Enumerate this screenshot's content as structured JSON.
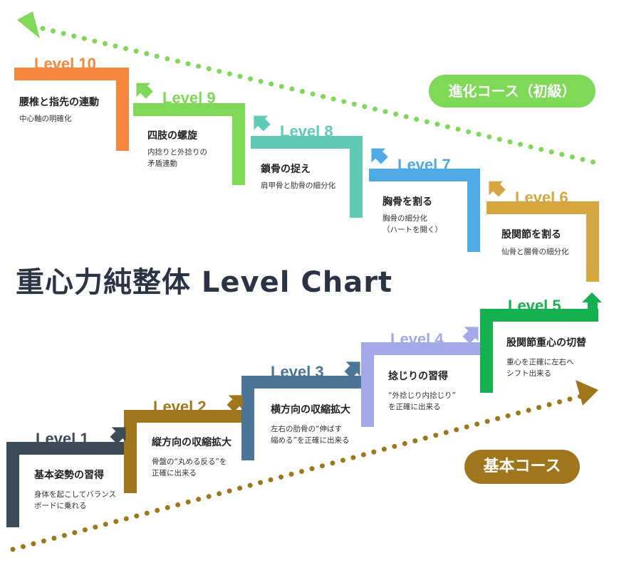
{
  "title": "重心力純整体 Level Chart",
  "courses": {
    "advanced": {
      "label": "進化コース（初級）",
      "color": "#7ed957"
    },
    "basic": {
      "label": "基本コース",
      "color": "#a0761c"
    }
  },
  "levels": [
    {
      "label": "Level 1",
      "title": "基本姿勢の習得",
      "desc": "身体を起こしてバランス\nボードに乗れる",
      "color": "#3d4a57"
    },
    {
      "label": "Level 2",
      "title": "縦方向の収縮拡大",
      "desc": "骨盤の“丸める反る”を\n正確に出来る",
      "color": "#a0761c"
    },
    {
      "label": "Level 3",
      "title": "横方向の収縮拡大",
      "desc": "左右の肋骨の“伸ばす\n縮める”を正確に出来る",
      "color": "#4b7596"
    },
    {
      "label": "Level 4",
      "title": "捻じりの習得",
      "desc": "“外捻じり内捻じり”\nを正確に出来る",
      "color": "#a3a9e8"
    },
    {
      "label": "Level 5",
      "title": "股関節重心の切替",
      "desc": "重心を正確に左右へ\nシフト出来る",
      "color": "#15b04f"
    },
    {
      "label": "Level 6",
      "title": "股関節を割る",
      "desc": "仙骨と腸骨の細分化",
      "color": "#d6a740"
    },
    {
      "label": "Level 7",
      "title": "胸骨を割る",
      "desc": "胸骨の細分化\n（ハートを開く）",
      "color": "#4ea9e7"
    },
    {
      "label": "Level 8",
      "title": "鎖骨の捉え",
      "desc": "肩甲骨と肋骨の細分化",
      "color": "#5fcbb6"
    },
    {
      "label": "Level 9",
      "title": "四肢の螺旋",
      "desc": "内捻りと外捻りの\n矛盾連動",
      "color": "#7ed957"
    },
    {
      "label": "Level 10",
      "title": "腰椎と指先の連動",
      "desc": "中心軸の明確化",
      "color": "#f7873c"
    }
  ]
}
